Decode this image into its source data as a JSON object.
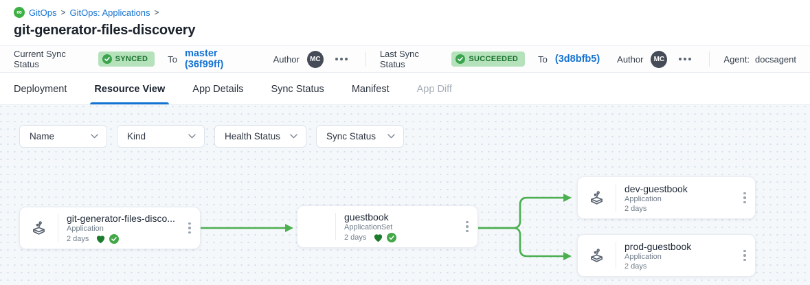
{
  "colors": {
    "accent_blue": "#1573d2",
    "edge_green": "#4caf50",
    "badge_bg": "#b5e2bb",
    "badge_text": "#17702c",
    "health_heart_green": "#1b7c2d",
    "sync_check_green": "#43a847",
    "logo_green": "#3cb043"
  },
  "breadcrumb": {
    "logo_glyph": "∞",
    "item1": "GitOps",
    "item2": "GitOps: Applications",
    "separator": ">"
  },
  "page_title": "git-generator-files-discovery",
  "status_bar": {
    "current_label": "Current Sync Status",
    "current_badge": "SYNCED",
    "current_to_label": "To",
    "current_target": "master (36f99ff)",
    "author_label": "Author",
    "author_initials": "MC",
    "last_label": "Last Sync Status",
    "last_badge": "SUCCEEDED",
    "last_to_label": "To",
    "last_target": "(3d8bfb5)",
    "author2_label": "Author",
    "author2_initials": "MC",
    "agent_label": "Agent:",
    "agent_value": "docsagent"
  },
  "tabs": [
    {
      "label": "Deployment",
      "state": "normal"
    },
    {
      "label": "Resource View",
      "state": "active"
    },
    {
      "label": "App Details",
      "state": "normal"
    },
    {
      "label": "Sync Status",
      "state": "normal"
    },
    {
      "label": "Manifest",
      "state": "normal"
    },
    {
      "label": "App Diff",
      "state": "disabled"
    }
  ],
  "filters": [
    {
      "label": "Name"
    },
    {
      "label": "Kind"
    },
    {
      "label": "Health Status"
    },
    {
      "label": "Sync Status"
    }
  ],
  "graph": {
    "nodes": [
      {
        "title": "git-generator-files-disco...",
        "kind": "Application",
        "age": "2 days",
        "healthy": true,
        "synced": true
      },
      {
        "title": "guestbook",
        "kind": "ApplicationSet",
        "age": "2 days",
        "healthy": true,
        "synced": true
      },
      {
        "title": "dev-guestbook",
        "kind": "Application",
        "age": "2 days",
        "healthy": false,
        "synced": false
      },
      {
        "title": "prod-guestbook",
        "kind": "Application",
        "age": "2 days",
        "healthy": false,
        "synced": false
      }
    ]
  }
}
